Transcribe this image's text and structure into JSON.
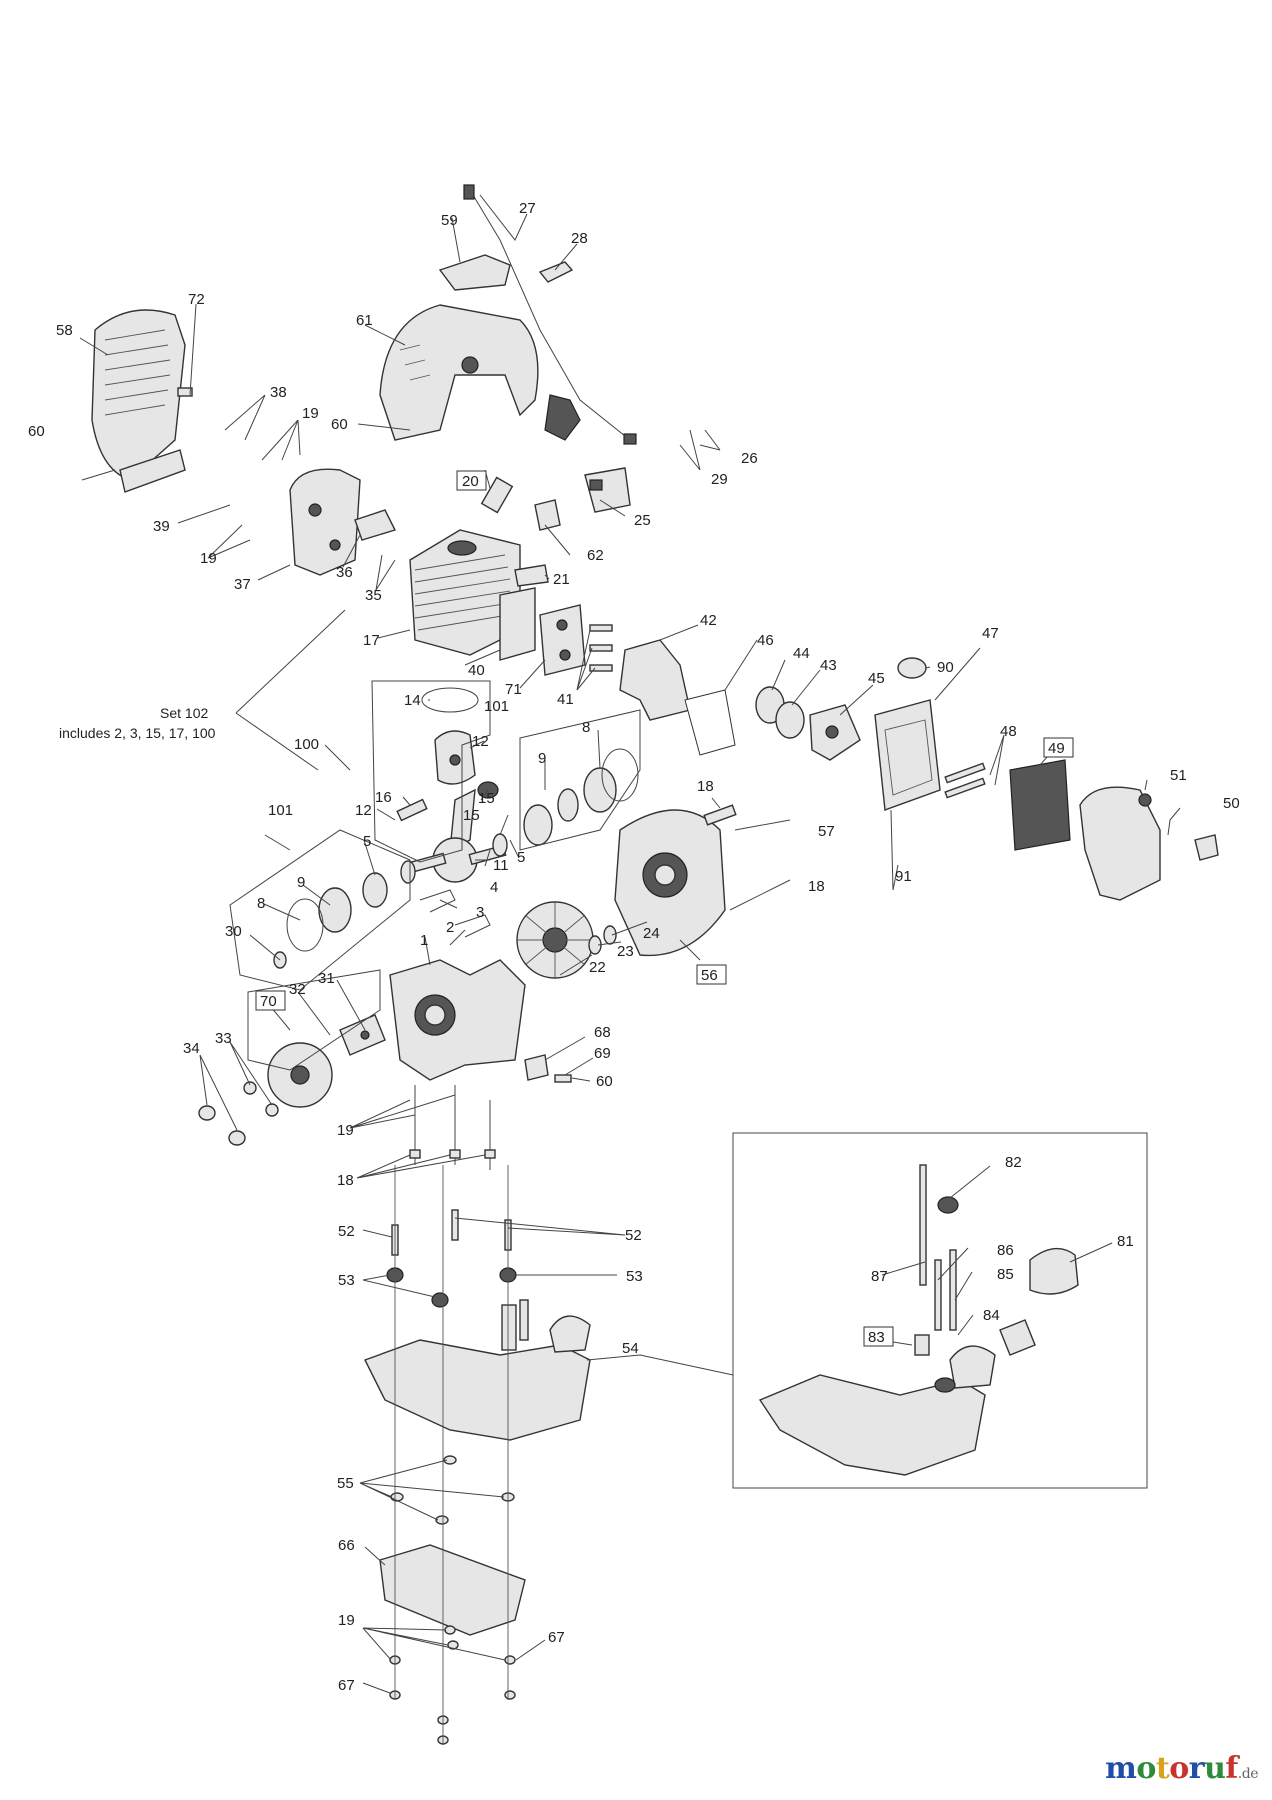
{
  "labels": {
    "l59": "59",
    "l27": "27",
    "l28": "28",
    "l72": "72",
    "l58": "58",
    "l61": "61",
    "l38": "38",
    "l19a": "19",
    "l60a": "60",
    "l60b": "60",
    "l20": "20",
    "l29": "29",
    "l26": "26",
    "l25": "25",
    "l62": "62",
    "l39": "39",
    "l19b": "19",
    "l37": "37",
    "l36": "36",
    "l35": "35",
    "l21": "21",
    "l17": "17",
    "l42": "42",
    "l40": "40",
    "l71": "71",
    "l41": "41",
    "l46": "46",
    "l44": "44",
    "l43": "43",
    "l45": "45",
    "l90": "90",
    "l47": "47",
    "l14": "14",
    "l101a": "101",
    "l12a": "12",
    "l8a": "8",
    "l48": "48",
    "l49": "49",
    "l100": "100",
    "l9a": "9",
    "l16": "16",
    "l15a": "15",
    "l12b": "12",
    "l15b": "15",
    "l51": "51",
    "l50": "50",
    "l18a": "18",
    "l57": "57",
    "l101b": "101",
    "l5a": "5",
    "l5b": "5",
    "l11": "11",
    "l4": "4",
    "l9b": "9",
    "l30": "30",
    "l8b": "8",
    "l3": "3",
    "l2": "2",
    "l18b": "18",
    "l91": "91",
    "l24": "24",
    "l23": "23",
    "l22": "22",
    "l56": "56",
    "l1": "1",
    "l31": "31",
    "l32": "32",
    "l70": "70",
    "l68": "68",
    "l69": "69",
    "l60c": "60",
    "l34": "34",
    "l33": "33",
    "l19c": "19",
    "l18c": "18",
    "l82": "82",
    "l81": "81",
    "l86": "86",
    "l87": "87",
    "l85": "85",
    "l84": "84",
    "l83": "83",
    "l52a": "52",
    "l52b": "52",
    "l53a": "53",
    "l53b": "53",
    "l54": "54",
    "l55": "55",
    "l66": "66",
    "l19d": "19",
    "l67a": "67",
    "l67b": "67"
  },
  "set_note": {
    "line1": "Set 102",
    "line2": "includes 2, 3, 15, 17, 100"
  },
  "watermark": {
    "letters": [
      "m",
      "o",
      "t",
      "o",
      "r",
      "u",
      "f"
    ],
    "letter_colors": [
      "#1f4fa8",
      "#2e8b3a",
      "#d9a21b",
      "#c8322f",
      "#1f4fa8",
      "#2e8b3a",
      "#c8322f"
    ],
    "tld": ".de"
  }
}
